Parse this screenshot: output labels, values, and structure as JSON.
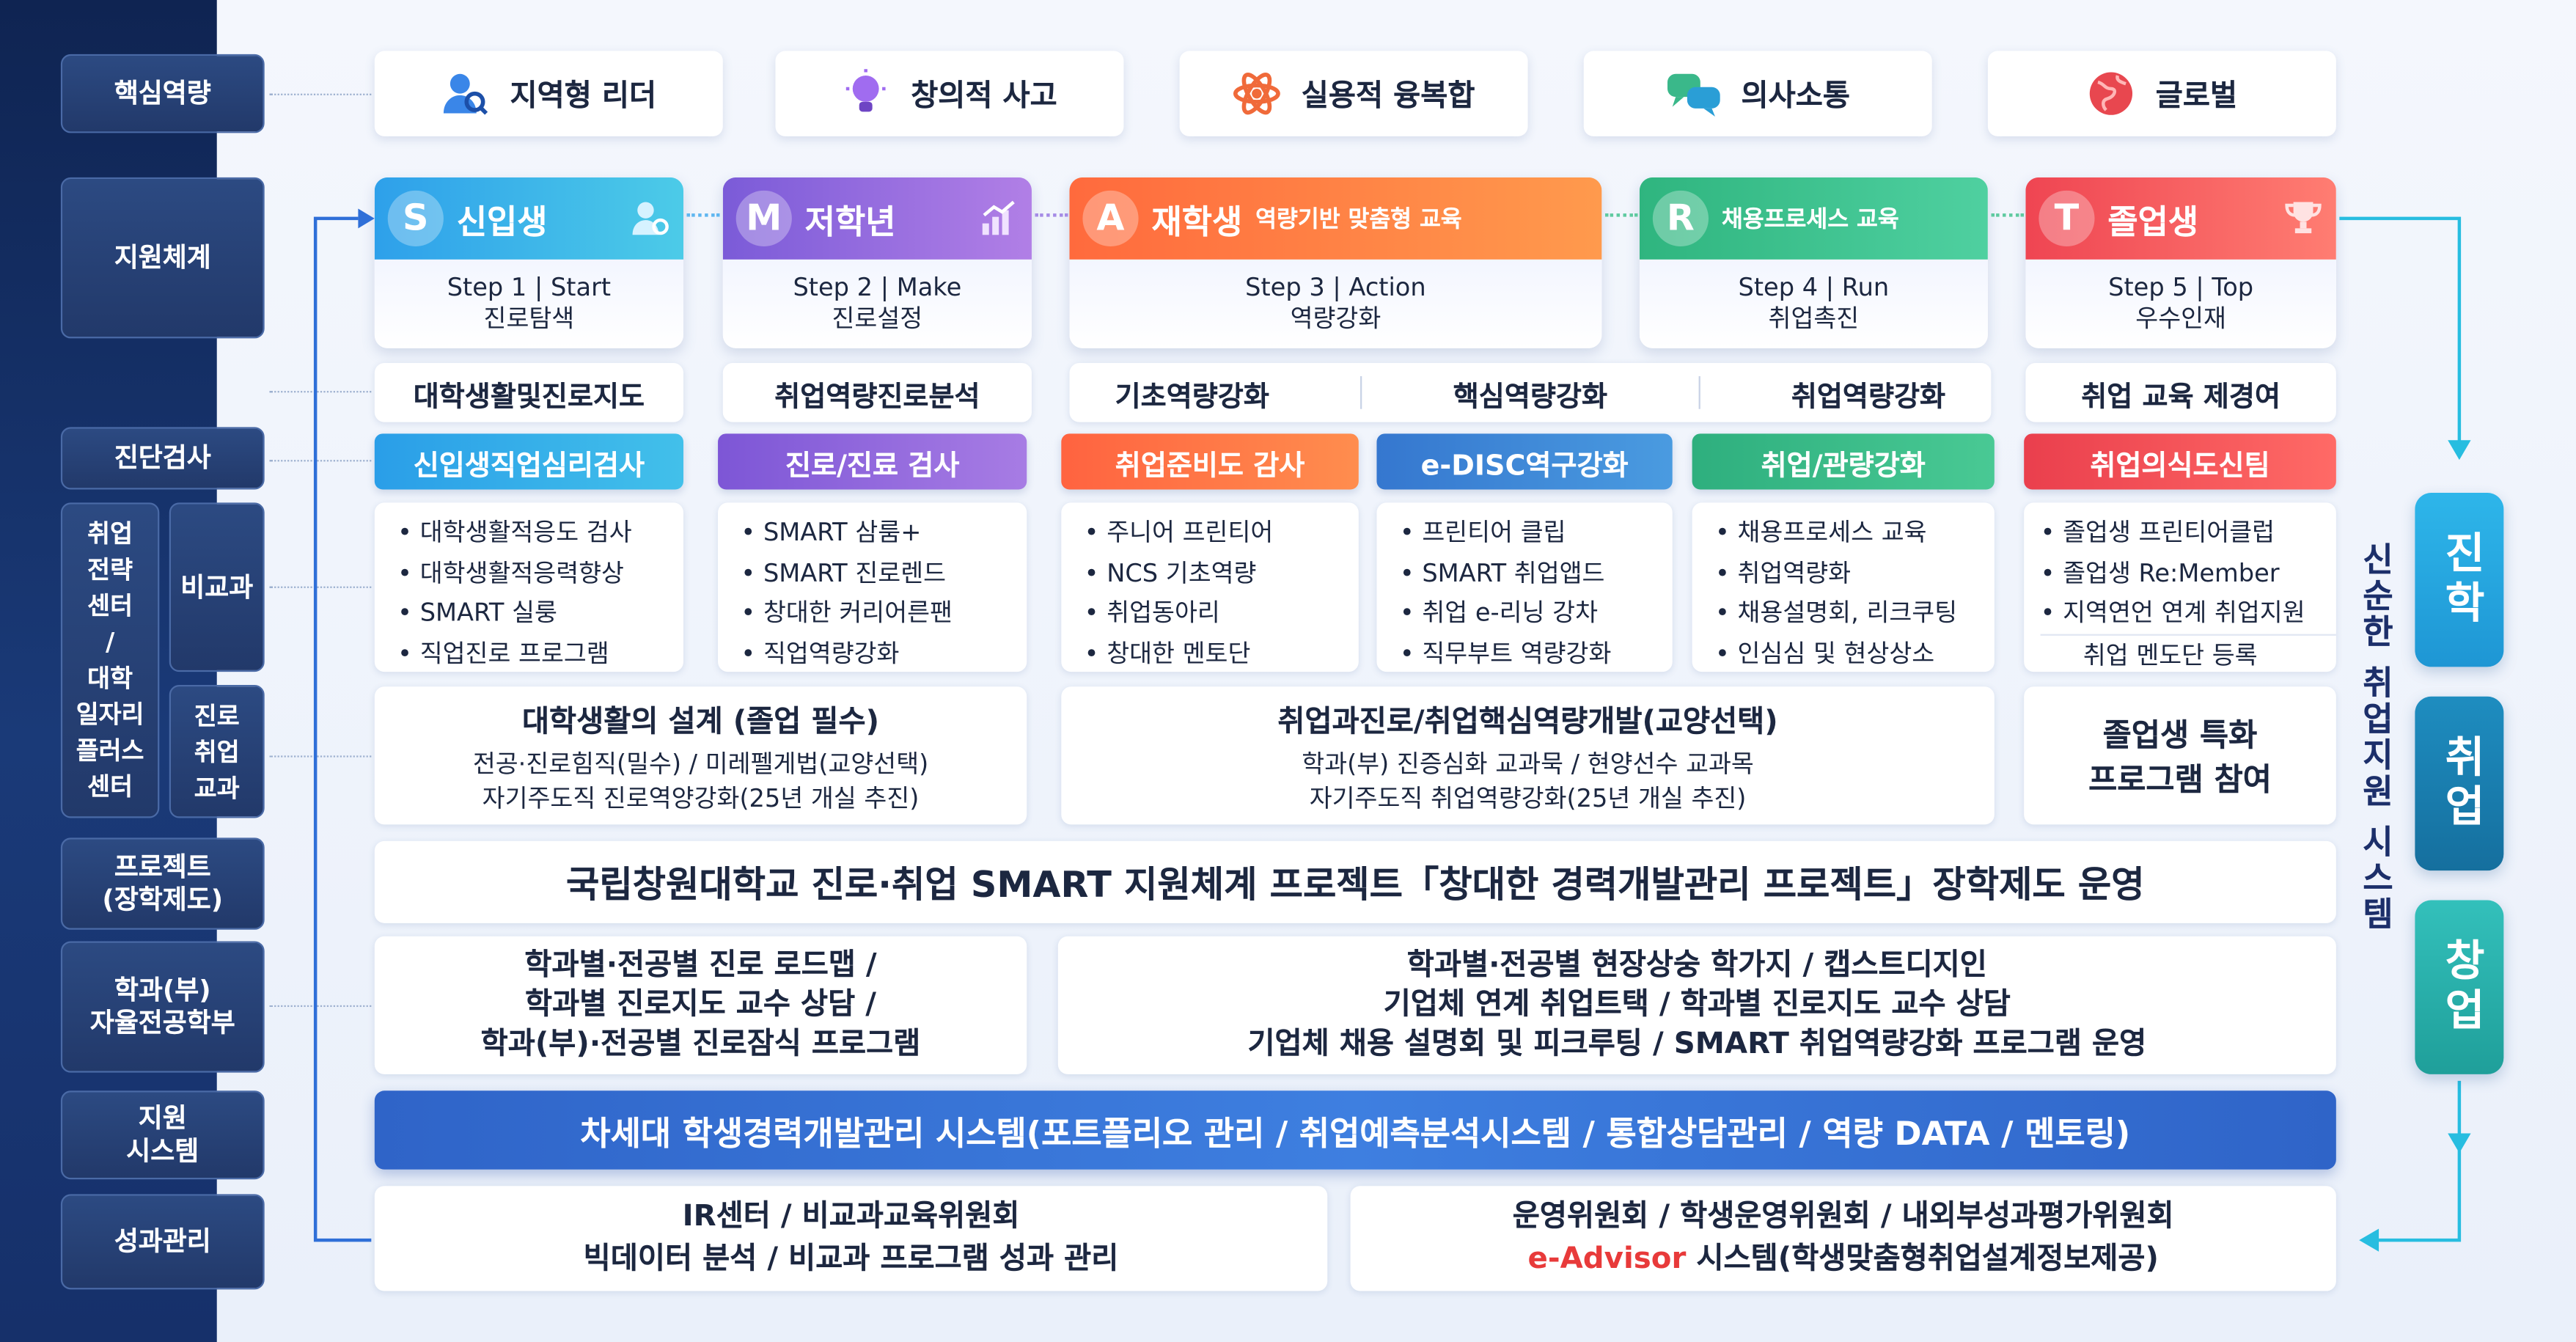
{
  "sidebar": {
    "core": "핵심역량",
    "support": "지원체계",
    "diag": "진단검사",
    "center_a": [
      "취업",
      "전략",
      "센터",
      "/",
      "대학",
      "일자리",
      "플러스",
      "센터"
    ],
    "nonsubject": "비교과",
    "career_subject": [
      "진로",
      "취업",
      "교과"
    ],
    "project": [
      "프로젝트",
      "(장학제도)"
    ],
    "dept": [
      "학과(부)",
      "자율전공학부"
    ],
    "system": [
      "지원",
      "시스템"
    ],
    "perf": "성과관리"
  },
  "competencies": [
    {
      "label": "지역형 리더",
      "icon": "leader-icon"
    },
    {
      "label": "창의적 사고",
      "icon": "bulb-icon"
    },
    {
      "label": "실용적 융복합",
      "icon": "atom-icon"
    },
    {
      "label": "의사소통",
      "icon": "chat-icon"
    },
    {
      "label": "글로벌",
      "icon": "globe-icon"
    }
  ],
  "steps": [
    {
      "letter": "S",
      "title": "신입생",
      "sub": "",
      "line1": "Step 1 | Start",
      "line2": "진로탐색",
      "color": "#2bb6e6"
    },
    {
      "letter": "M",
      "title": "저학년",
      "sub": "",
      "line1": "Step 2 | Make",
      "line2": "진로설정",
      "color": "#8c62dc"
    },
    {
      "letter": "A",
      "title": "재학생",
      "sub": "역량기반 맞춤형 교육",
      "line1": "Step 3 | Action",
      "line2": "역량강화",
      "color": "#ff7a45"
    },
    {
      "letter": "R",
      "title": "",
      "sub": "채용프로세스 교육",
      "line1": "Step 4 | Run",
      "line2": "취업촉진",
      "color": "#33c28a"
    },
    {
      "letter": "T",
      "title": "졸업생",
      "sub": "",
      "line1": "Step 5 | Top",
      "line2": "우수인재",
      "color": "#f1505a"
    }
  ],
  "row_goals": [
    "대학생활및진로지도",
    "취업역량진로분석",
    "기초역량강화",
    "핵심역량강화",
    "취업역량강화",
    "취업 교육 제경여"
  ],
  "diag_bars": [
    {
      "label": "신입생직업심리검사",
      "color": "#2ea7e6"
    },
    {
      "label": "진로/진료 검사",
      "color": "#8d5fd8"
    },
    {
      "label": "취업준비도 감사",
      "color": "#ff6f43"
    },
    {
      "label": "e-DISC역구강화",
      "color": "#3d86d6"
    },
    {
      "label": "취업/관량강화",
      "color": "#35b987"
    },
    {
      "label": "취업의식도신팀",
      "color": "#ef4a55"
    }
  ],
  "lists": [
    [
      "대학생활적응도 검사",
      "대학생활적응력향상",
      "SMART 실룽",
      "직업진로 프로그램"
    ],
    [
      "SMART 삼룸+",
      "SMART 진로렌드",
      "창대한 커리어른팬",
      "직업역량강화"
    ],
    [
      "주니어 프린티어",
      "NCS 기초역량",
      "취업동아리",
      "창대한 멘토단"
    ],
    [
      "프린티어 클립",
      "SMART 취업앱드",
      "취업 e-리닝 강차",
      "직무부트 역량강화"
    ],
    [
      "채용프로세스 교육",
      "취업역량화",
      "채용설명회, 리크쿠팅",
      "인심심 및 현상상소"
    ]
  ],
  "list6": [
    "졸업생 프린티어클럽",
    "졸업생 Re:Member",
    "지역연언 연계 취업지원"
  ],
  "list6_extra": "취업 멘도단 등록",
  "curri": [
    {
      "title": "대학생활의 설계 (졸업 필수)",
      "l2": "전공·진로힘직(밀수) / 미레펠게법(교양선택)",
      "l3": "자기주도직 진로역양강화(25년 개실 추진)"
    },
    {
      "title": "취업과진로/취업핵심역량개발(교양선택)",
      "l2": "학과(부) 진증심화 교과묵 / 현양선수 교과목",
      "l3": "자기주도직 취업역량강화(25년 개실 추진)"
    }
  ],
  "grad_special": [
    "졸업생 특화",
    "프로그램 참여"
  ],
  "project_bar": "국립창원대학교 진로·취업 SMART 지원체계 프로젝트「창대한 경력개발관리 프로젝트」장학제도 운영",
  "dept_left": [
    "학과별·전공별 진로 로드맵 /",
    "학과별 진로지도 교수 상담 /",
    "학과(부)·전공별 진로잠식 프로그램"
  ],
  "dept_right": [
    "학과별·전공별 현장상숭 학가지 / 캡스트디지인",
    "기업체 연계 취업트택 / 학과별 진로지도 교수 상담",
    "기업체 채용 설명회 및 피크루팅 / SMART 취업역량강화 프로그램 운영"
  ],
  "system_bar": "차세대 학생경력개발관리 시스템(포트플리오 관리 / 취업예측분석시스템 / 통합상담관리 / 역량 DATA / 멘토링)",
  "perf_left": [
    "IR센터 / 비교과교육위원회",
    "빅데이터 분석 / 비교과 프로그램 성과 관리"
  ],
  "perf_right_1": "운영위원회 / 학생운영위원회 / 내외부성과평가위원회",
  "perf_right_red": "e-Advisor",
  "perf_right_rest": "시스템(학생맞춤형취업설계정보제공)",
  "vertical_label": "신순한 취업지원 시스템",
  "right_boxes": [
    {
      "label": "진학",
      "color": "#2bb6e6"
    },
    {
      "label": "취업",
      "color": "#1f8fb8"
    },
    {
      "label": "창업",
      "color": "#2fb5b0"
    }
  ]
}
